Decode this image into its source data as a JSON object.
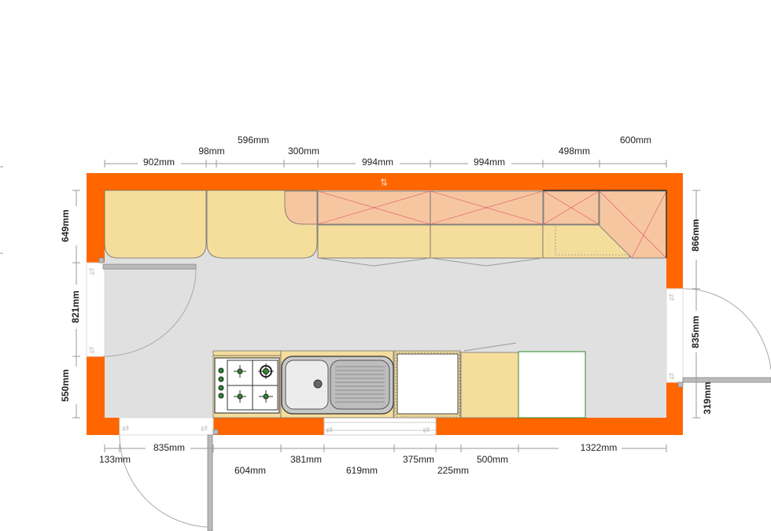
{
  "colors": {
    "wall": "#ff6600",
    "floor": "#e0e0e0",
    "base_cabinet": "#f5dd9c",
    "wall_cabinet": "#f6c6a1",
    "dim_line": "#999999",
    "door": "#aaaaaa",
    "appliance_white": "#ffffff",
    "sink": "#cccccc"
  },
  "dimensions": {
    "top_row1": {
      "d596": "596mm",
      "d600": "600mm"
    },
    "top_row2": {
      "d98": "98mm",
      "d300": "300mm",
      "d498": "498mm"
    },
    "top_row3": {
      "d902": "902mm",
      "d994a": "994mm",
      "d994b": "994mm"
    },
    "left": {
      "d649": "649mm",
      "d821": "821mm",
      "d550": "550mm"
    },
    "right": {
      "d866": "866mm",
      "d835": "835mm",
      "d319": "319mm"
    },
    "bottom_row1": {
      "d835": "835mm",
      "d1322": "1322mm"
    },
    "bottom_row2": {
      "d133": "133mm",
      "d381": "381mm",
      "d375": "375mm",
      "d500": "500mm"
    },
    "bottom_row3": {
      "d604": "604mm",
      "d619": "619mm",
      "d225": "225mm"
    }
  },
  "icons": {
    "hob": "gas-hob-icon",
    "sink": "sink-icon",
    "door": "door-swing-icon",
    "window": "window-icon",
    "opening": "opening-arrow-icon"
  }
}
